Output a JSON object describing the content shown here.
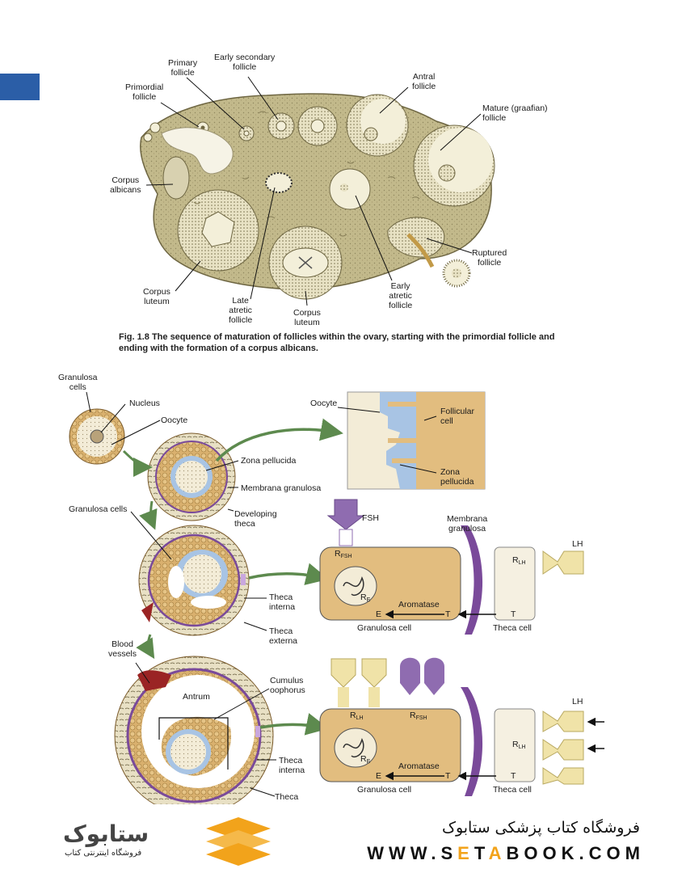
{
  "colors": {
    "accent_tab": "#2b5ea7",
    "ovary": "#c2b98b",
    "follicle_cream": "#f3efd9",
    "granulosa": "#d9b06e",
    "purple": "#7a4a9a",
    "green_arrow": "#5d8a4e",
    "blood": "#9a2424",
    "pellucida_blue": "#a8c4e4",
    "brand_orange": "#f2a31b"
  },
  "fig18": {
    "labels": {
      "primary": "Primary\nfollicle",
      "early_secondary": "Early secondary\nfollicle",
      "antral": "Antral\nfollicle",
      "mature": "Mature (graafian)\nfollicle",
      "primordial": "Primordial\nfollicle",
      "corpus_albicans": "Corpus\nalbicans",
      "ruptured": "Ruptured\nfollicle",
      "corpus_luteum_l": "Corpus\nluteum",
      "late_atretic": "Late\natretic\nfollicle",
      "corpus_luteum_b": "Corpus\nluteum",
      "early_atretic": "Early\natretic\nfollicle"
    },
    "caption": "Fig. 1.8  The sequence of maturation of follicles within the ovary, starting with the primordial follicle and ending with the formation of a corpus albicans."
  },
  "fig19": {
    "labels": {
      "granulosa_cells_top": "Granulosa\ncells",
      "nucleus": "Nucleus",
      "oocyte": "Oocyte",
      "zona_pellucida": "Zona pellucida",
      "membrana_granulosa": "Membrana granulosa",
      "granulosa_cells": "Granulosa cells",
      "developing_theca": "Developing\ntheca",
      "theca_interna_1": "Theca\ninterna",
      "theca_externa": "Theca\nexterna",
      "blood_vessels": "Blood\nvessels",
      "cumulus": "Cumulus\noophorus",
      "antrum": "Antrum",
      "theca_interna_2": "Theca\ninterna",
      "theca_bottom": "Theca",
      "oocyte_detail": "Oocyte",
      "follicular_cell": "Follicular\ncell",
      "zona_pellucida_detail": "Zona\npellucida",
      "membrana_granulosa_panel": "Membrana\ngranulosa"
    },
    "panel1": {
      "fsh": "FSH",
      "r_fsh_main": "R",
      "r_fsh_sub": "FSH",
      "r_lh_main": "R",
      "r_lh_sub": "LH",
      "lh": "LH",
      "r_e_main": "R",
      "r_e_sub": "E",
      "aromatase": "Aromatase",
      "e": "E",
      "t_gran": "T",
      "t_theca": "T",
      "granulosa_cell": "Granulosa cell",
      "theca_cell": "Theca cell"
    },
    "panel2": {
      "r_lh_gran_main": "R",
      "r_lh_gran_sub": "LH",
      "r_fsh_main": "R",
      "r_fsh_sub": "FSH",
      "lh": "LH",
      "r_lh_main": "R",
      "r_lh_sub": "LH",
      "r_e_main": "R",
      "r_e_sub": "E",
      "aromatase": "Aromatase",
      "e": "E",
      "t_gran": "T",
      "t_theca": "T",
      "granulosa_cell": "Granulosa cell",
      "theca_cell": "Theca cell"
    }
  },
  "footer": {
    "store_fa": "فروشگاه کتاب پزشکی ستابوک",
    "url_pre": "WWW.S",
    "url_hl": "E",
    "url_mid": "T",
    "url_hl2": "A",
    "url_post": "BOOK.COM",
    "logo_text": "ستابوک",
    "logo_sub": "فروشگاه اینترنتی کتاب"
  }
}
